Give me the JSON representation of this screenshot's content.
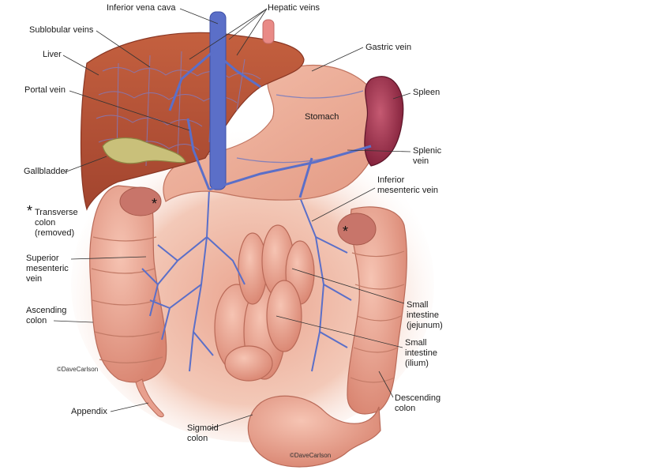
{
  "labels": {
    "inferior_vena_cava": "Inferior vena cava",
    "hepatic_veins": "Hepatic veins",
    "sublobular_veins": "Sublobular veins",
    "liver": "Liver",
    "gastric_vein": "Gastric vein",
    "portal_vein": "Portal vein",
    "spleen": "Spleen",
    "stomach": "Stomach",
    "splenic_vein": "Splenic\nvein",
    "gallbladder": "Gallbladder",
    "inferior_mesenteric_vein": "Inferior\nmesenteric vein",
    "transverse_colon_removed": "Transverse\ncolon\n(removed)",
    "superior_mesenteric_vein": "Superior\nmesenteric\nvein",
    "small_intestine_jejunum": "Small\nintestine\n(jejunum)",
    "ascending_colon": "Ascending\ncolon",
    "small_intestine_ilium": "Small\nintestine\n(ilium)",
    "descending_colon": "Descending\ncolon",
    "appendix": "Appendix",
    "sigmoid_colon": "Sigmoid\ncolon"
  },
  "asterisk": "*",
  "credits": {
    "left": "©DaveCarlson",
    "bottom": "©DaveCarlson"
  },
  "colors": {
    "liver": "#b8533a",
    "vein": "#5b6fc8",
    "intestine": "#e8a08e",
    "spleen": "#9a2a44",
    "gallbladder": "#c9c07a",
    "background_glow": "#f3c9b8"
  }
}
